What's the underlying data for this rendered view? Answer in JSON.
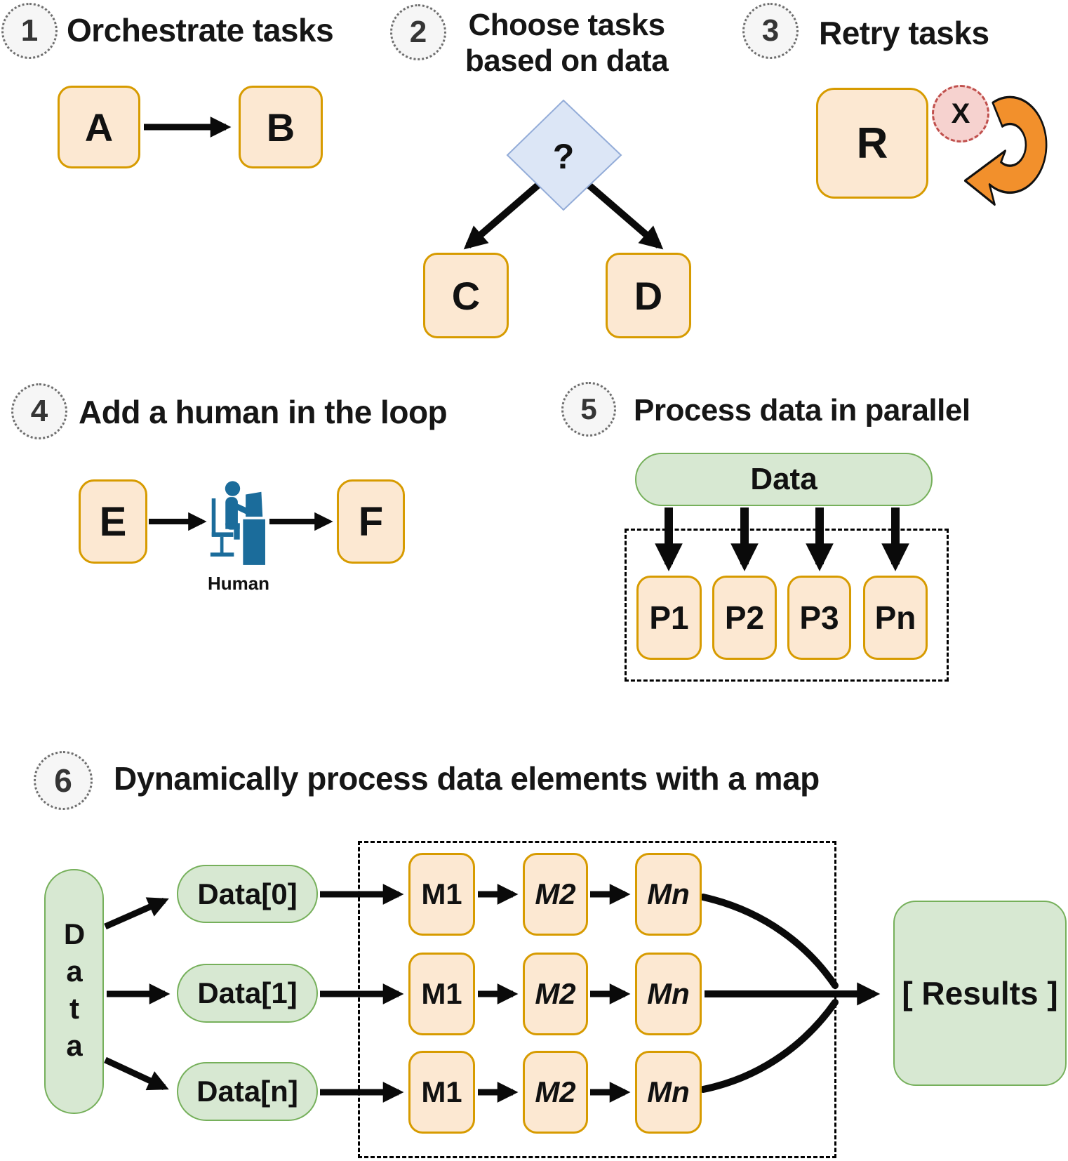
{
  "colors": {
    "task_fill": "#FCE8D2",
    "task_border": "#D79B00",
    "data_fill": "#D7E8D2",
    "data_border": "#76B05B",
    "choice_fill": "#DCE6F6",
    "choice_border": "#93ACD8",
    "error_fill": "#F6D2CF",
    "error_border": "#C0504D",
    "retry_orange": "#F2902C",
    "human_blue": "#1B6C9B",
    "badge_fill": "#F6F6F6",
    "badge_border": "#6E6E6E",
    "badge_text": "#353535",
    "arrow_black": "#0A0A0A"
  },
  "sections": {
    "orchestrate": {
      "number": "1",
      "title": "Orchestrate tasks",
      "node_a": "A",
      "node_b": "B"
    },
    "choose": {
      "number": "2",
      "title_line1": "Choose tasks",
      "title_line2": "based on data",
      "decision": "?",
      "node_c": "C",
      "node_d": "D"
    },
    "retry": {
      "number": "3",
      "title": "Retry tasks",
      "node_r": "R",
      "failure": "X"
    },
    "human": {
      "number": "4",
      "title": "Add a human in the loop",
      "node_e": "E",
      "node_f": "F",
      "human_label": "Human"
    },
    "parallel": {
      "number": "5",
      "title": "Process data in parallel",
      "source": "Data",
      "p1": "P1",
      "p2": "P2",
      "p3": "P3",
      "pn": "Pn"
    },
    "map": {
      "number": "6",
      "title": "Dynamically process data elements with a map",
      "source": "Data",
      "item0": "Data[0]",
      "item1": "Data[1]",
      "itemn": "Data[n]",
      "m1": "M1",
      "m2": "M2",
      "mn": "Mn",
      "result": "[ Results ]"
    }
  }
}
